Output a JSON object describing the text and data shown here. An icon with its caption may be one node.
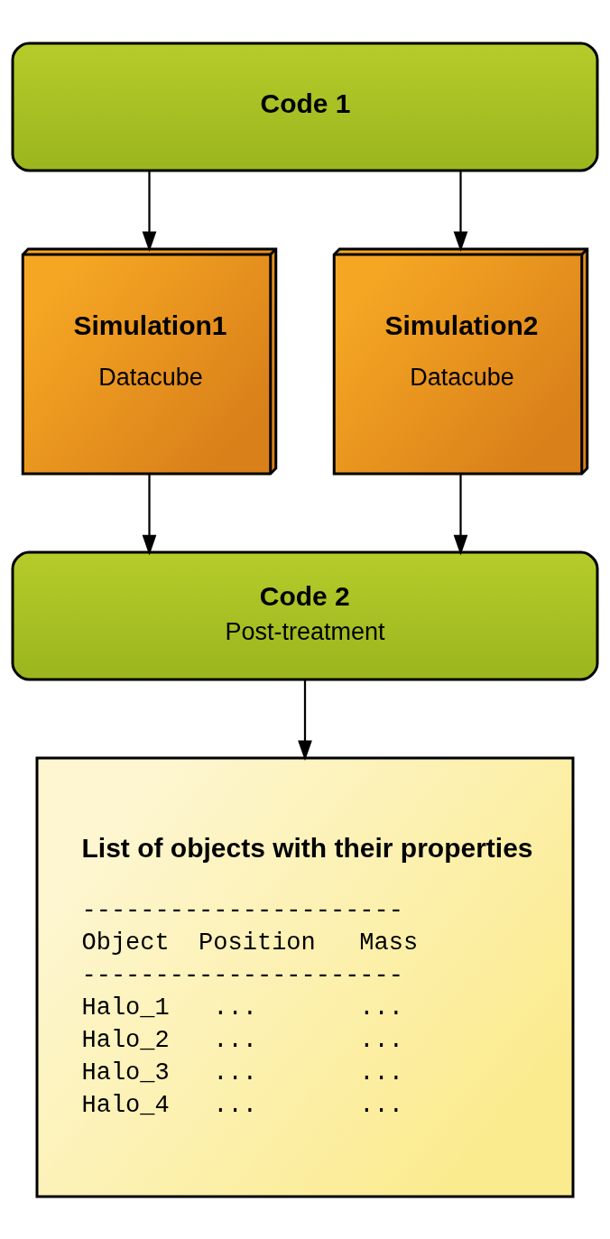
{
  "diagram": {
    "nodes": [
      {
        "text": [
          "Code 1"
        ]
      },
      {
        "text": [
          "Simulation1",
          "Datacube"
        ]
      },
      {
        "text": [
          "Simulation2",
          "Datacube"
        ]
      },
      {
        "text": [
          "Code 2",
          "Post-treatment"
        ]
      },
      {
        "text": [
          "List of objects with their properties",
          "----------------------",
          "Object  Position   Mass",
          "----------------------",
          "Halo_1   ...       ...",
          "Halo_2   ...       ...",
          "Halo_3   ...       ...",
          "Halo_4   ...       ..."
        ]
      }
    ],
    "edges": [
      {
        "from": 0,
        "to": 1,
        "arrow": "to"
      },
      {
        "from": 0,
        "to": 2,
        "arrow": "to"
      },
      {
        "from": 1,
        "to": 3,
        "arrow": "to"
      },
      {
        "from": 2,
        "to": 3,
        "arrow": "to"
      },
      {
        "from": 3,
        "to": 4,
        "arrow": "to"
      }
    ]
  }
}
